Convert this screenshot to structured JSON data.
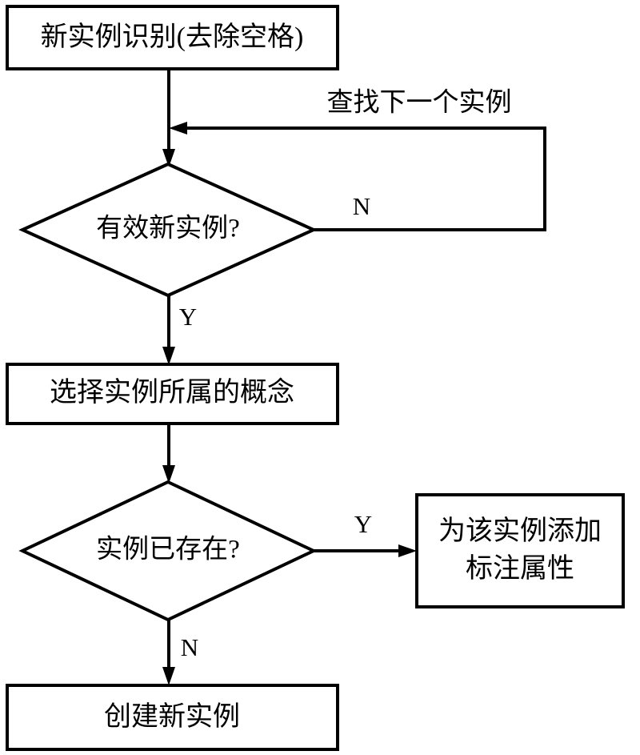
{
  "diagram": {
    "type": "flowchart",
    "title_present": false,
    "orientation": "top-to-bottom",
    "colors": {
      "background": "#ffffff",
      "stroke": "#000000",
      "text": "#000000",
      "shape_fill": "#ffffff"
    },
    "nodes": [
      {
        "id": "start",
        "shape": "rectangle",
        "label": "新实例识别(去除空格)",
        "lines": [
          "新实例识别(去除空格)"
        ]
      },
      {
        "id": "decision-valid",
        "shape": "diamond",
        "label": "有效新实例?",
        "lines": [
          "有效新实例?"
        ]
      },
      {
        "id": "select-concept",
        "shape": "rectangle",
        "label": "选择实例所属的概念",
        "lines": [
          "选择实例所属的概念"
        ]
      },
      {
        "id": "decision-exists",
        "shape": "diamond",
        "label": "实例已存在?",
        "lines": [
          "实例已存在?"
        ]
      },
      {
        "id": "add-annotation",
        "shape": "rectangle",
        "label": "为该实例添加标注属性",
        "lines": [
          "为该实例添加",
          "标注属性"
        ]
      },
      {
        "id": "create-instance",
        "shape": "rectangle",
        "label": "创建新实例",
        "lines": [
          "创建新实例"
        ]
      }
    ],
    "edges": [
      {
        "id": "e-start-valid",
        "from": "start",
        "to": "decision-valid",
        "label": ""
      },
      {
        "id": "e-loop-next",
        "from": "decision-valid",
        "to": "decision-valid",
        "label": "查找下一个实例",
        "branch": "N"
      },
      {
        "id": "e-valid-no",
        "from": "decision-valid",
        "to": "loop-back",
        "label": "N"
      },
      {
        "id": "e-valid-yes",
        "from": "decision-valid",
        "to": "select-concept",
        "label": "Y"
      },
      {
        "id": "e-select-exists",
        "from": "select-concept",
        "to": "decision-exists",
        "label": ""
      },
      {
        "id": "e-exists-yes",
        "from": "decision-exists",
        "to": "add-annotation",
        "label": "Y"
      },
      {
        "id": "e-exists-no",
        "from": "decision-exists",
        "to": "create-instance",
        "label": "N"
      }
    ],
    "labels": {
      "loop_next": "查找下一个实例",
      "valid_no": "N",
      "valid_yes": "Y",
      "exists_yes": "Y",
      "exists_no": "N"
    }
  }
}
